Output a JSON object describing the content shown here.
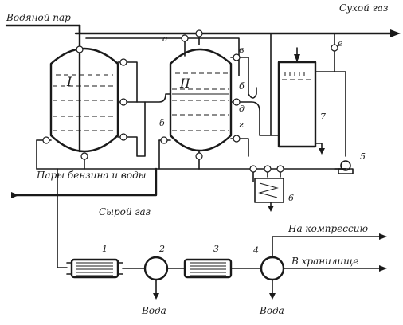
{
  "labels": {
    "water_steam": "Водяной пар",
    "dry_gas": "Сухой газ",
    "vapors": "Пары бензина и воды",
    "raw_gas": "Сырой газ",
    "to_compression": "На компрессию",
    "to_storage": "В хранилище",
    "water_1": "Вода",
    "water_2": "Вода"
  },
  "columns": {
    "col_1": "I",
    "col_2": "II"
  },
  "letters": {
    "a": "а",
    "b1": "б",
    "b2": "б",
    "v": "в",
    "g": "г",
    "d": "д",
    "e": "е"
  },
  "numbers": {
    "n1": "1",
    "n2": "2",
    "n3": "3",
    "n4": "4",
    "n5": "5",
    "n6": "6",
    "n7": "7"
  }
}
